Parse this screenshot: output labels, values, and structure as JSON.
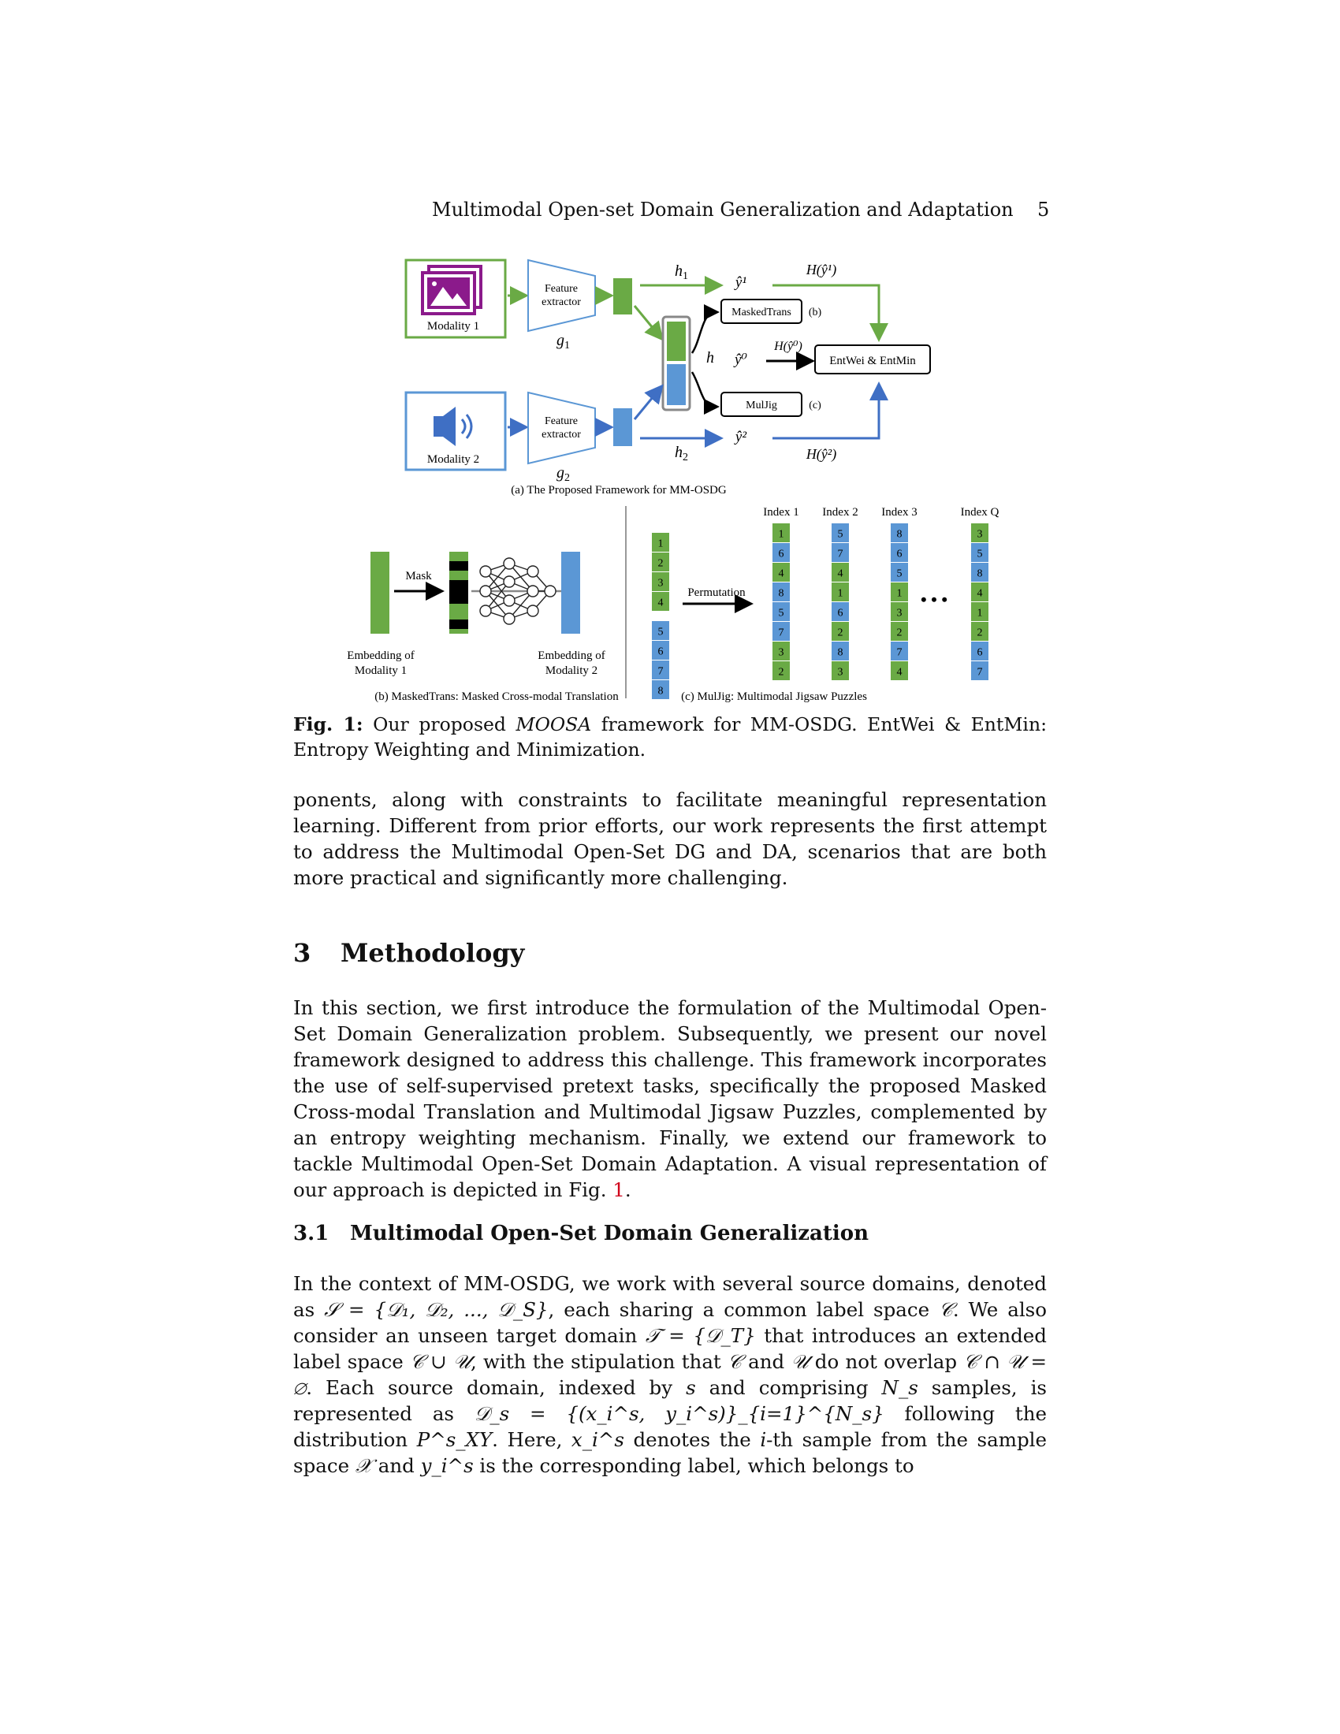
{
  "header": {
    "running_title": "Multimodal Open-set Domain Generalization and Adaptation",
    "page_number": "5"
  },
  "figure": {
    "a": {
      "modality1": "Modality 1",
      "modality2": "Modality 2",
      "feature_extractor_1": "Feature",
      "feature_extractor_2": "extractor",
      "g1": "g",
      "g1_sub": "1",
      "g2": "g",
      "g2_sub": "2",
      "h1": "h",
      "h1_sub": "1",
      "h2": "h",
      "h2_sub": "2",
      "h": "h",
      "y1": "ŷ¹",
      "y0": "ŷ⁰",
      "y2": "ŷ²",
      "H_y1": "H(ŷ¹)",
      "H_y0": "H(ŷ⁰)",
      "H_y2": "H(ŷ²)",
      "maskedtrans": "MaskedTrans",
      "muljig": "MulJig",
      "tag_b": "(b)",
      "tag_c": "(c)",
      "entwei": "EntWei & EntMin",
      "caption": "(a) The Proposed Framework for MM-OSDG"
    },
    "b": {
      "mask": "Mask",
      "emb1_line1": "Embedding of",
      "emb1_line2": "Modality 1",
      "emb2_line1": "Embedding of",
      "emb2_line2": "Modality 2",
      "caption": "(b) MaskedTrans: Masked Cross-modal Translation"
    },
    "c": {
      "permutation": "Permutation",
      "ellipsis": "• • •",
      "input_column": [
        "1",
        "2",
        "3",
        "4",
        "5",
        "6",
        "7",
        "8"
      ],
      "columns": [
        {
          "label": "Index 1",
          "values": [
            "1",
            "6",
            "4",
            "8",
            "5",
            "7",
            "3",
            "2"
          ]
        },
        {
          "label": "Index 2",
          "values": [
            "5",
            "7",
            "4",
            "1",
            "6",
            "2",
            "8",
            "3"
          ]
        },
        {
          "label": "Index 3",
          "values": [
            "8",
            "6",
            "5",
            "1",
            "3",
            "2",
            "7",
            "4"
          ]
        },
        {
          "label": "Index Q",
          "values": [
            "3",
            "5",
            "8",
            "4",
            "1",
            "2",
            "6",
            "7"
          ]
        }
      ],
      "caption": "(c) MulJig: Multimodal Jigsaw Puzzles"
    },
    "colors": {
      "green": "#6aaa45",
      "blue": "#5b97d5",
      "purple": "#8b1a8b",
      "audio_blue": "#3f6fc4"
    }
  },
  "fig_caption": {
    "label": "Fig. 1:",
    "text_before": " Our proposed ",
    "moosa": "MOOSA",
    "text_after": " framework for MM-OSDG. EntWei & EntMin: Entropy Weighting and Minimization."
  },
  "para1": "ponents, along with constraints to facilitate meaningful representation learning. Different from prior efforts, our work represents the first attempt to address the Multimodal Open-Set DG and DA, scenarios that are both more practical and significantly more challenging.",
  "section": {
    "number": "3",
    "title": "Methodology"
  },
  "para2": {
    "text": "In this section, we first introduce the formulation of the Multimodal Open-Set Domain Generalization problem. Subsequently, we present our novel framework designed to address this challenge. This framework incorporates the use of self-supervised pretext tasks, specifically the proposed Masked Cross-modal Translation and Multimodal Jigsaw Puzzles, complemented by an entropy weighting mechanism. Finally, we extend our framework to tackle Multimodal Open-Set Domain Adaptation. A visual representation of our approach is depicted in Fig. ",
    "ref": "1",
    "end": "."
  },
  "subsection": {
    "number": "3.1",
    "title": "Multimodal Open-Set Domain Generalization"
  },
  "para3": {
    "s1": "In the context of MM-OSDG, we work with several source domains, denoted as ",
    "m1": "𝒮 = {𝒟₁, 𝒟₂, ..., 𝒟_S}",
    "s2": ", each sharing a common label space ",
    "m2": "𝒞",
    "s3": ". We also consider an unseen target domain ",
    "m3": "𝒯 = {𝒟_T}",
    "s4": " that introduces an extended label space ",
    "m4": "𝒞 ∪ 𝒰",
    "s5": ", with the stipulation that ",
    "m5": "𝒞",
    "s6": " and ",
    "m6": "𝒰",
    "s7": " do not overlap ",
    "m7": "𝒞 ∩ 𝒰 = ∅",
    "s8": ". Each source domain, indexed by ",
    "m8": "s",
    "s9": " and comprising ",
    "m9": "N_s",
    "s10": " samples, is represented as ",
    "m10": "𝒟_s = {(x_i^s, y_i^s)}_{i=1}^{N_s}",
    "s11": " following the distribution ",
    "m11": "P^s_XY",
    "s12": ". Here, ",
    "m12": "x_i^s",
    "s13": " denotes the ",
    "m13": "i",
    "s14": "-th sample from the sample space ",
    "m14": "𝒳",
    "s15": " and ",
    "m15": "y_i^s",
    "s16": " is the corresponding label, which belongs to"
  }
}
